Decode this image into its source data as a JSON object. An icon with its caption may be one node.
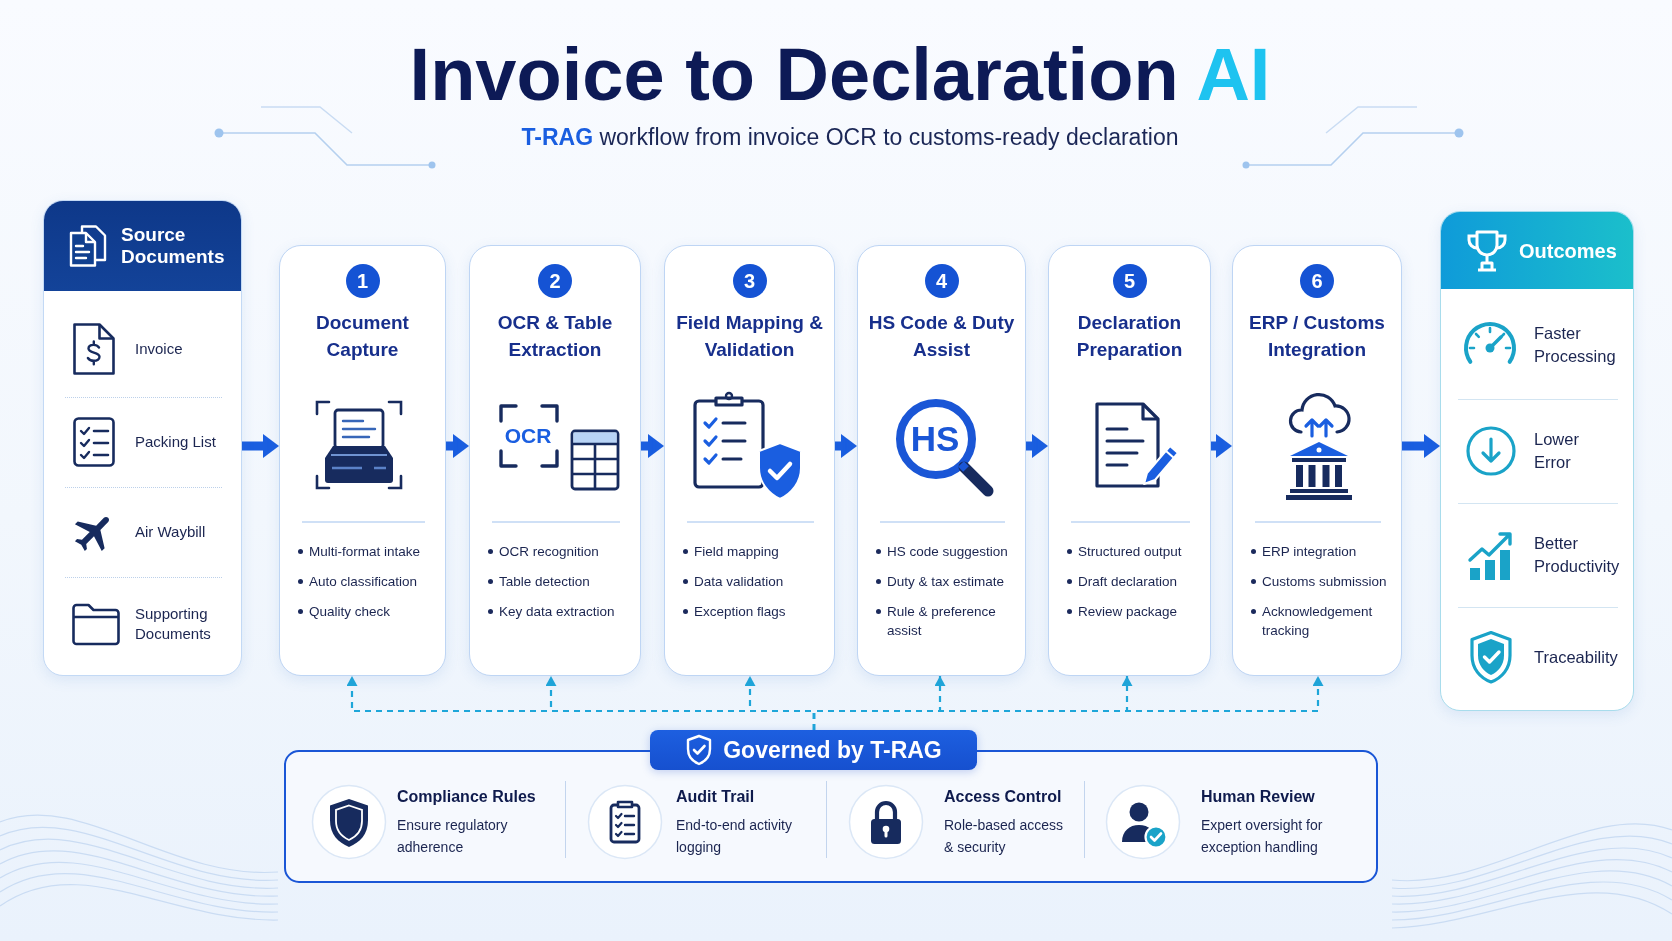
{
  "diagram": {
    "title": "Invoice to Declaration AI",
    "caption": "**T-RAG** workflow from invoice OCR to customs-ready declaration",
    "nodes": [
      {
        "text": [
          "Source Documents"
        ]
      },
      {
        "text": [
          "Invoice"
        ],
        "in": 0
      },
      {
        "text": [
          "Packing List"
        ],
        "in": 0
      },
      {
        "text": [
          "Air Waybill"
        ],
        "in": 0
      },
      {
        "text": [
          "Supporting Documents"
        ],
        "in": 0
      },
      {
        "text": [
          "1",
          "Document Capture",
          "Multi-format intake",
          "Auto classification",
          "Quality check"
        ]
      },
      {
        "text": [
          "2",
          "OCR & Table Extraction",
          "OCR recognition",
          "Table detection",
          "Key data extraction"
        ]
      },
      {
        "text": [
          "3",
          "Field Mapping & Validation",
          "Field mapping",
          "Data validation",
          "Exception flags"
        ]
      },
      {
        "text": [
          "4",
          "HS Code & Duty Assist",
          "HS code suggestion",
          "Duty & tax estimate",
          "Rule & preference assist"
        ]
      },
      {
        "text": [
          "5",
          "Declaration Preparation",
          "Structured output",
          "Draft declaration",
          "Review package"
        ]
      },
      {
        "text": [
          "6",
          "ERP / Customs Integration",
          "ERP integration",
          "Customs submission",
          "Acknowledgement tracking"
        ]
      },
      {
        "text": [
          "Outcomes"
        ]
      },
      {
        "text": [
          "Faster Processing"
        ],
        "in": 11
      },
      {
        "text": [
          "Lower Error"
        ],
        "in": 11
      },
      {
        "text": [
          "Better Productivity"
        ],
        "in": 11
      },
      {
        "text": [
          "Traceability"
        ],
        "in": 11
      },
      {
        "text": [
          "Governed by T-RAG"
        ]
      },
      {
        "text": [
          "Compliance Rules",
          "Ensure regulatory adherence"
        ],
        "in": 16
      },
      {
        "text": [
          "Audit Trail",
          "End-to-end activity logging"
        ],
        "in": 16
      },
      {
        "text": [
          "Access Control",
          "Role-based access & security"
        ],
        "in": 16
      },
      {
        "text": [
          "Human Review",
          "Expert oversight for exception handling"
        ],
        "in": 16
      }
    ],
    "edges": [
      {
        "from": 0,
        "to": 5,
        "arrow": "to"
      },
      {
        "from": 5,
        "to": 6,
        "arrow": "to"
      },
      {
        "from": 6,
        "to": 7,
        "arrow": "to"
      },
      {
        "from": 7,
        "to": 8,
        "arrow": "to"
      },
      {
        "from": 8,
        "to": 9,
        "arrow": "to"
      },
      {
        "from": 9,
        "to": 10,
        "arrow": "to"
      },
      {
        "from": 10,
        "to": 11,
        "arrow": "to"
      },
      {
        "from": 16,
        "to": 5,
        "arrow": "to",
        "style": "dashed",
        "color": "#1ea6d9"
      },
      {
        "from": 16,
        "to": 6,
        "arrow": "to",
        "style": "dashed",
        "color": "#1ea6d9"
      },
      {
        "from": 16,
        "to": 7,
        "arrow": "to",
        "style": "dashed",
        "color": "#1ea6d9"
      },
      {
        "from": 16,
        "to": 8,
        "arrow": "to",
        "style": "dashed",
        "color": "#1ea6d9"
      },
      {
        "from": 16,
        "to": 9,
        "arrow": "to",
        "style": "dashed",
        "color": "#1ea6d9"
      },
      {
        "from": 16,
        "to": 10,
        "arrow": "to",
        "style": "dashed",
        "color": "#1ea6d9"
      }
    ],
    "labels": [
      "OCR",
      "HS"
    ]
  }
}
